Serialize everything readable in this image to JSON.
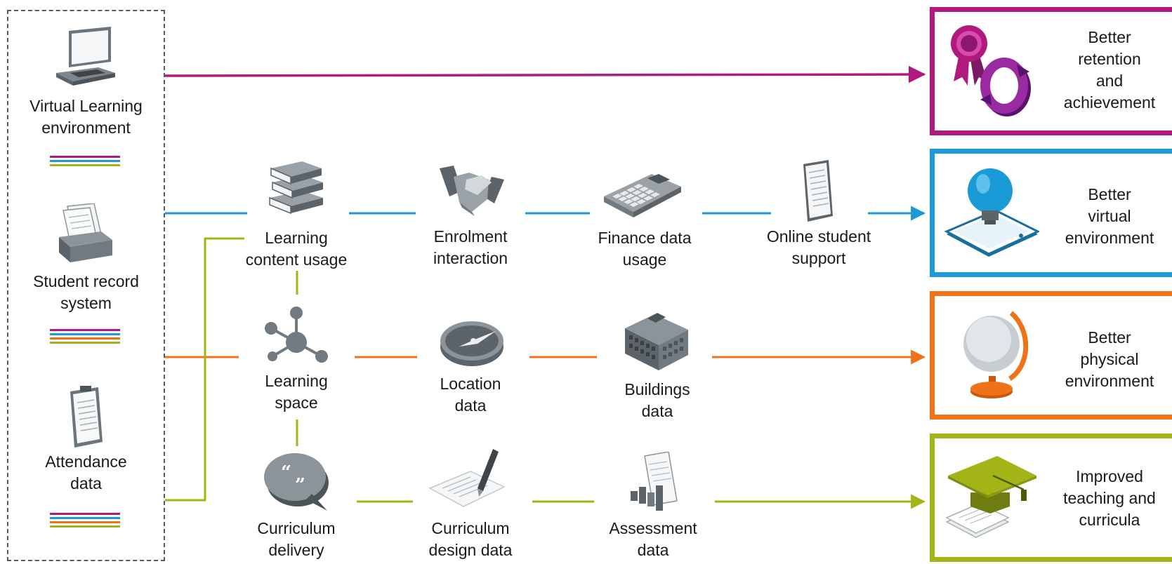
{
  "colors": {
    "retention": "#b0197e",
    "virtual": "#1a9ad6",
    "physical": "#f07218",
    "teaching": "#a3b516",
    "icon_gray": "#8c9499",
    "border": "#5a5a5a"
  },
  "sources": [
    {
      "id": "vle",
      "label": "Virtual Learning\nenvironment",
      "icon": "laptop-icon",
      "stripes": [
        "retention",
        "virtual",
        "teaching"
      ]
    },
    {
      "id": "srs",
      "label": "Student record\nsystem",
      "icon": "card-file-icon",
      "stripes": [
        "retention",
        "virtual",
        "physical",
        "teaching"
      ]
    },
    {
      "id": "att",
      "label": "Attendance\ndata",
      "icon": "clipboard-icon",
      "stripes": [
        "retention",
        "virtual",
        "physical",
        "teaching"
      ]
    }
  ],
  "nodes": {
    "learning_content_usage": {
      "label": "Learning\ncontent usage",
      "icon": "books-icon"
    },
    "enrolment_interaction": {
      "label": "Enrolment\ninteraction",
      "icon": "handshake-icon"
    },
    "finance_data_usage": {
      "label": "Finance data\nusage",
      "icon": "calculator-icon"
    },
    "online_student_support": {
      "label": "Online student\nsupport",
      "icon": "document-icon"
    },
    "learning_space": {
      "label": "Learning\nspace",
      "icon": "network-icon"
    },
    "location_data": {
      "label": "Location\ndata",
      "icon": "compass-icon"
    },
    "buildings_data": {
      "label": "Buildings\ndata",
      "icon": "building-icon"
    },
    "curriculum_delivery": {
      "label": "Curriculum\ndelivery",
      "icon": "speech-bubble-icon"
    },
    "curriculum_design_data": {
      "label": "Curriculum\ndesign data",
      "icon": "pen-paper-icon"
    },
    "assessment_data": {
      "label": "Assessment\ndata",
      "icon": "bar-chart-doc-icon"
    }
  },
  "outcomes": [
    {
      "id": "retention",
      "label": "Better\nretention\nand\nachievement",
      "icon": "award-cycle-icon"
    },
    {
      "id": "virtual",
      "label": "Better\nvirtual\nenvironment",
      "icon": "lightbulb-tablet-icon"
    },
    {
      "id": "physical",
      "label": "Better\nphysical\nenvironment",
      "icon": "globe-icon"
    },
    {
      "id": "teaching",
      "label": "Improved\nteaching and\ncurricula",
      "icon": "graduation-cap-icon"
    }
  ]
}
